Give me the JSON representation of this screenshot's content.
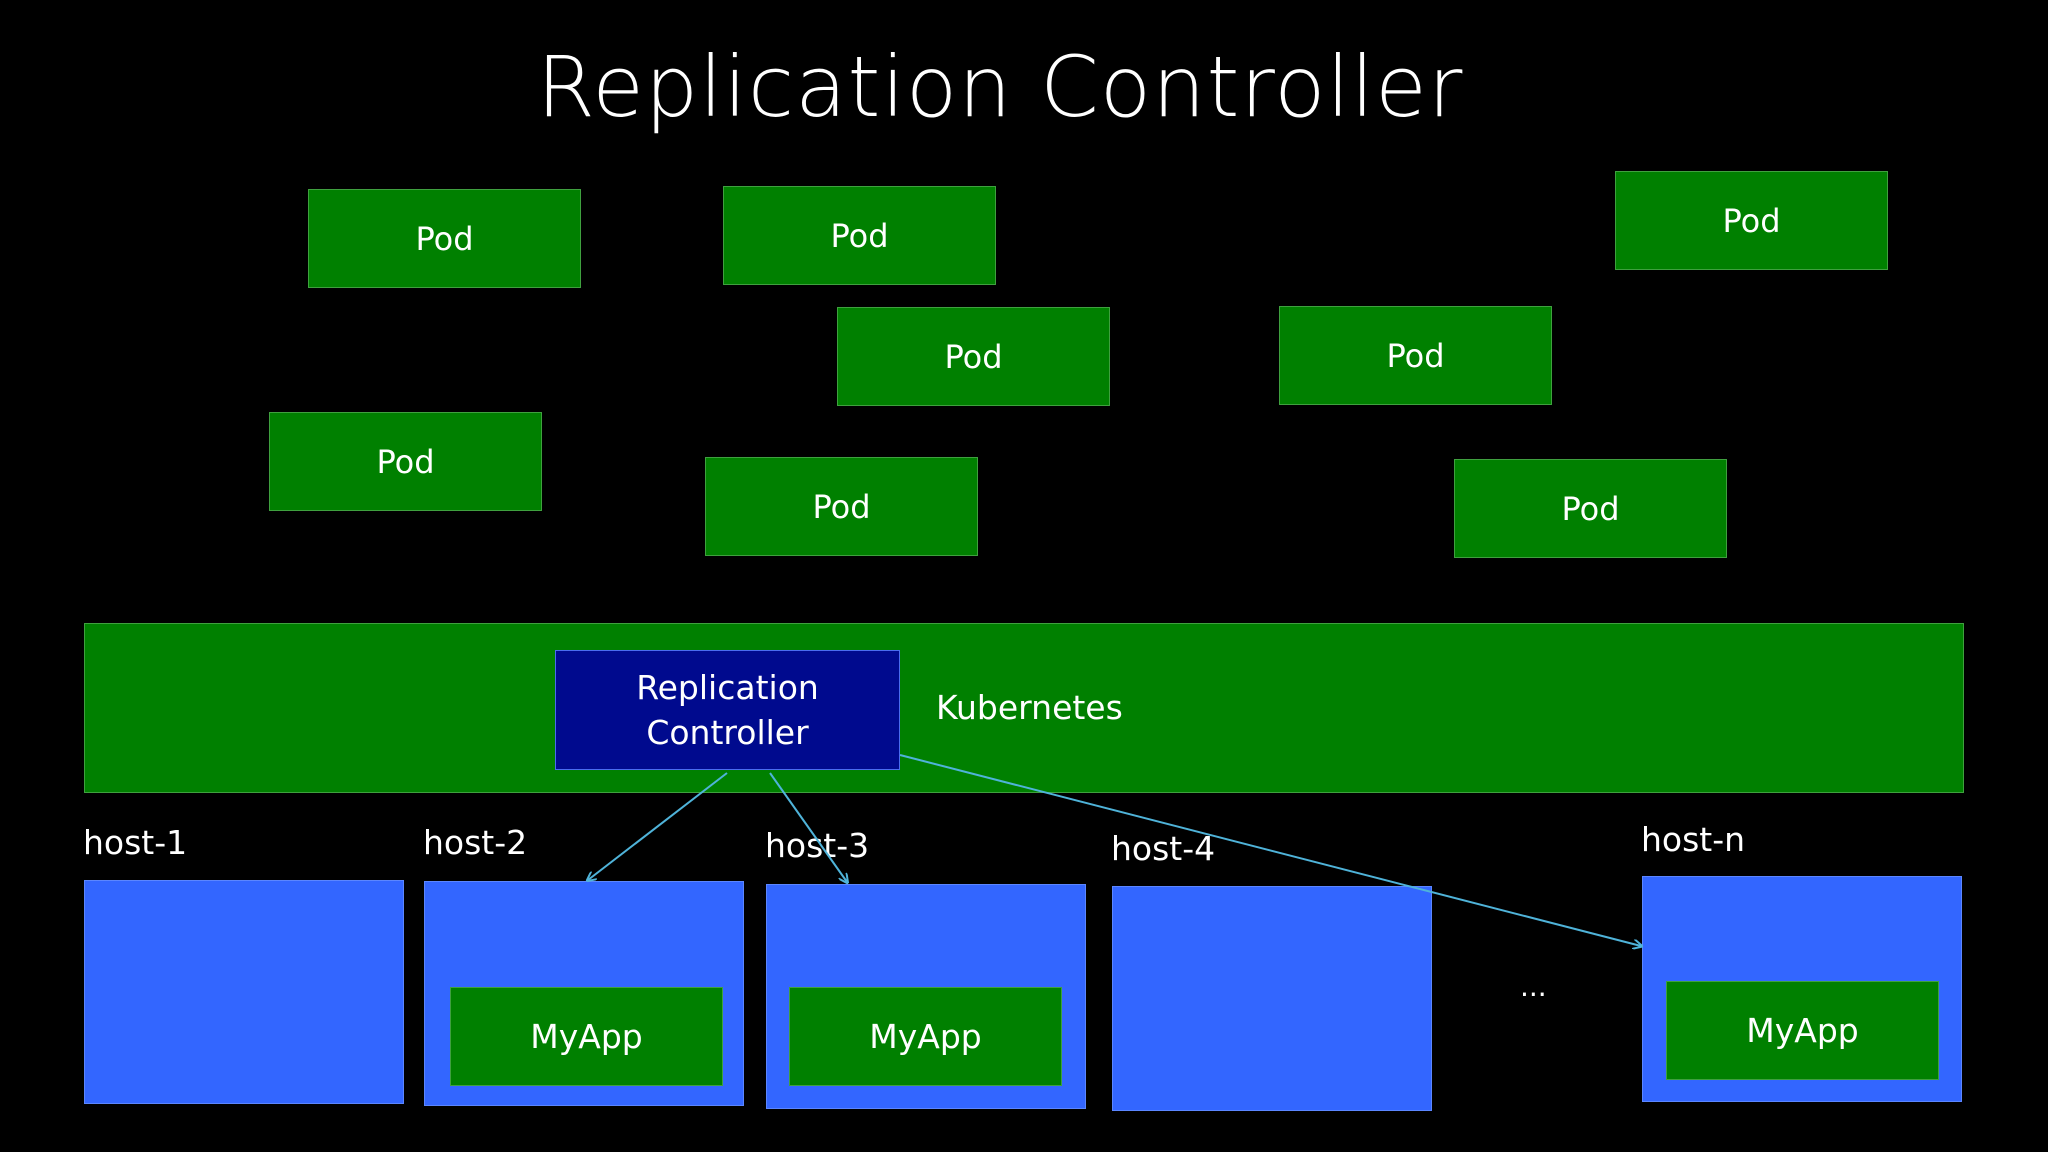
{
  "title": "Replication Controller",
  "pods": [
    {
      "label": "Pod"
    },
    {
      "label": "Pod"
    },
    {
      "label": "Pod"
    },
    {
      "label": "Pod"
    },
    {
      "label": "Pod"
    },
    {
      "label": "Pod"
    },
    {
      "label": "Pod"
    },
    {
      "label": "Pod"
    }
  ],
  "kubernetes": {
    "label": "Kubernetes",
    "replication_controller": {
      "line1": "Replication",
      "line2": "Controller"
    }
  },
  "hosts": [
    {
      "label": "host-1",
      "app": ""
    },
    {
      "label": "host-2",
      "app": "MyApp"
    },
    {
      "label": "host-3",
      "app": "MyApp"
    },
    {
      "label": "host-4",
      "app": ""
    },
    {
      "label": "host-n",
      "app": "MyApp"
    }
  ],
  "ellipsis": "...",
  "colors": {
    "background": "#000000",
    "pod_green": "#008000",
    "controller_blue": "#000a8e",
    "host_blue": "#3366ff",
    "arrow": "#4fb3d9"
  }
}
